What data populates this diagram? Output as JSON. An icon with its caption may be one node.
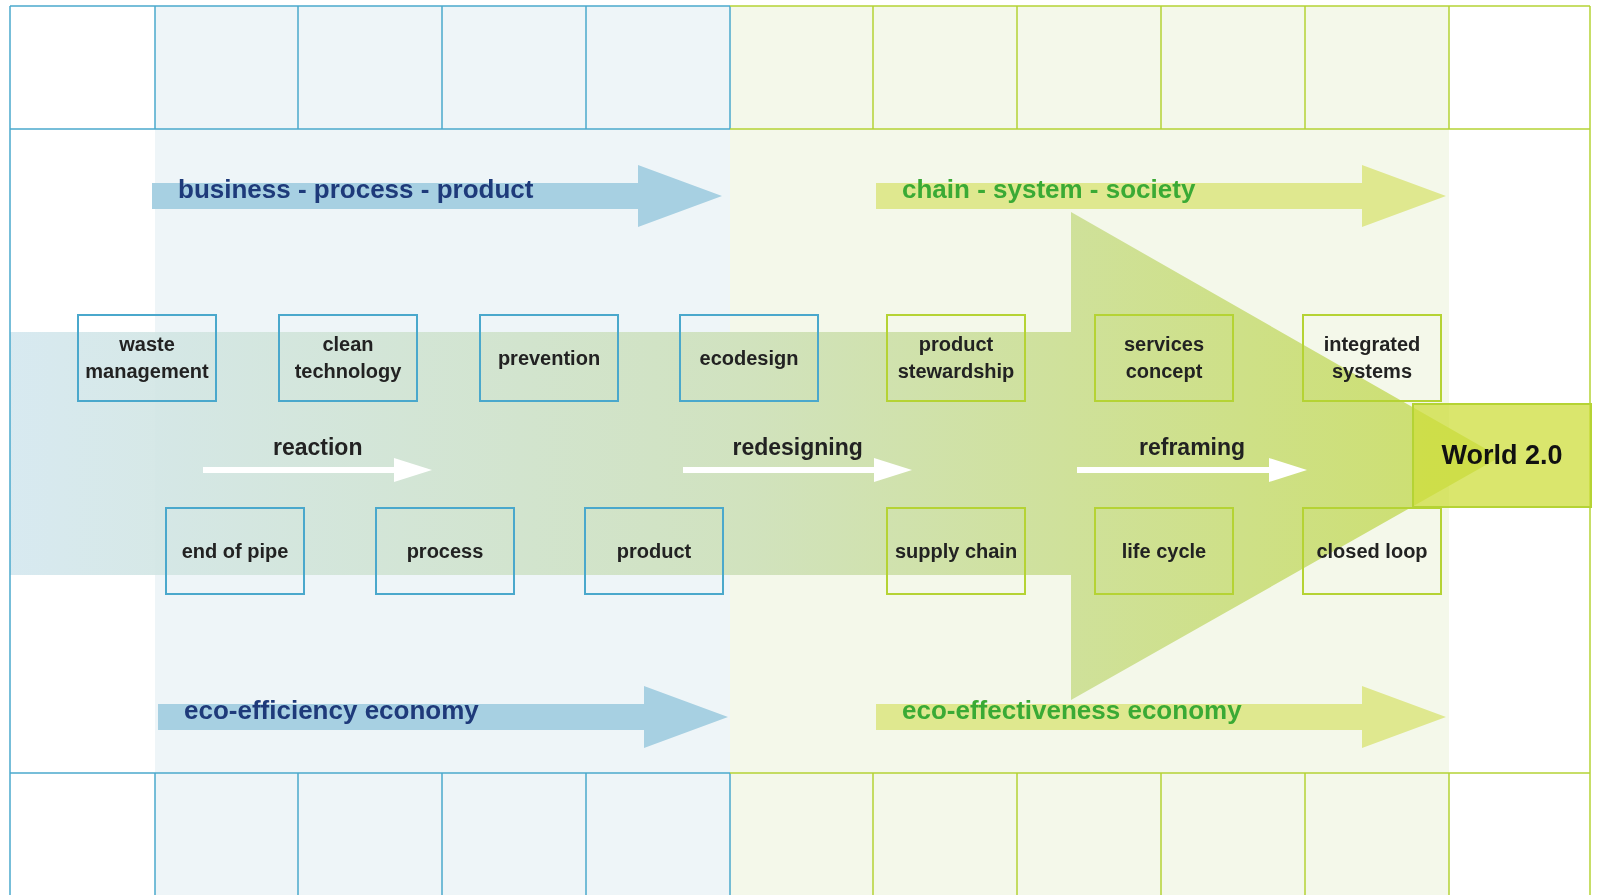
{
  "diagram": {
    "nodes": [
      {
        "text": [
          "business - process - product"
        ]
      },
      {
        "text": [
          "chain - system - society"
        ]
      },
      {
        "text": [
          "waste management"
        ]
      },
      {
        "text": [
          "clean technology"
        ]
      },
      {
        "text": [
          "prevention"
        ]
      },
      {
        "text": [
          "ecodesign"
        ]
      },
      {
        "text": [
          "product stewardship"
        ]
      },
      {
        "text": [
          "services concept"
        ]
      },
      {
        "text": [
          "integrated systems"
        ]
      },
      {
        "text": [
          "World 2.0"
        ]
      },
      {
        "text": [
          "end of pipe"
        ]
      },
      {
        "text": [
          "process"
        ]
      },
      {
        "text": [
          "product"
        ]
      },
      {
        "text": [
          "supply chain"
        ]
      },
      {
        "text": [
          "life cycle"
        ]
      },
      {
        "text": [
          "closed loop"
        ]
      },
      {
        "text": [
          "eco-efficiency economy"
        ]
      },
      {
        "text": [
          "eco-effectiveness economy"
        ]
      }
    ],
    "edges": [
      {
        "from": null,
        "to": 9,
        "arrow": "to"
      }
    ],
    "labels": [
      "reaction",
      "redesigning",
      "reframing"
    ]
  }
}
